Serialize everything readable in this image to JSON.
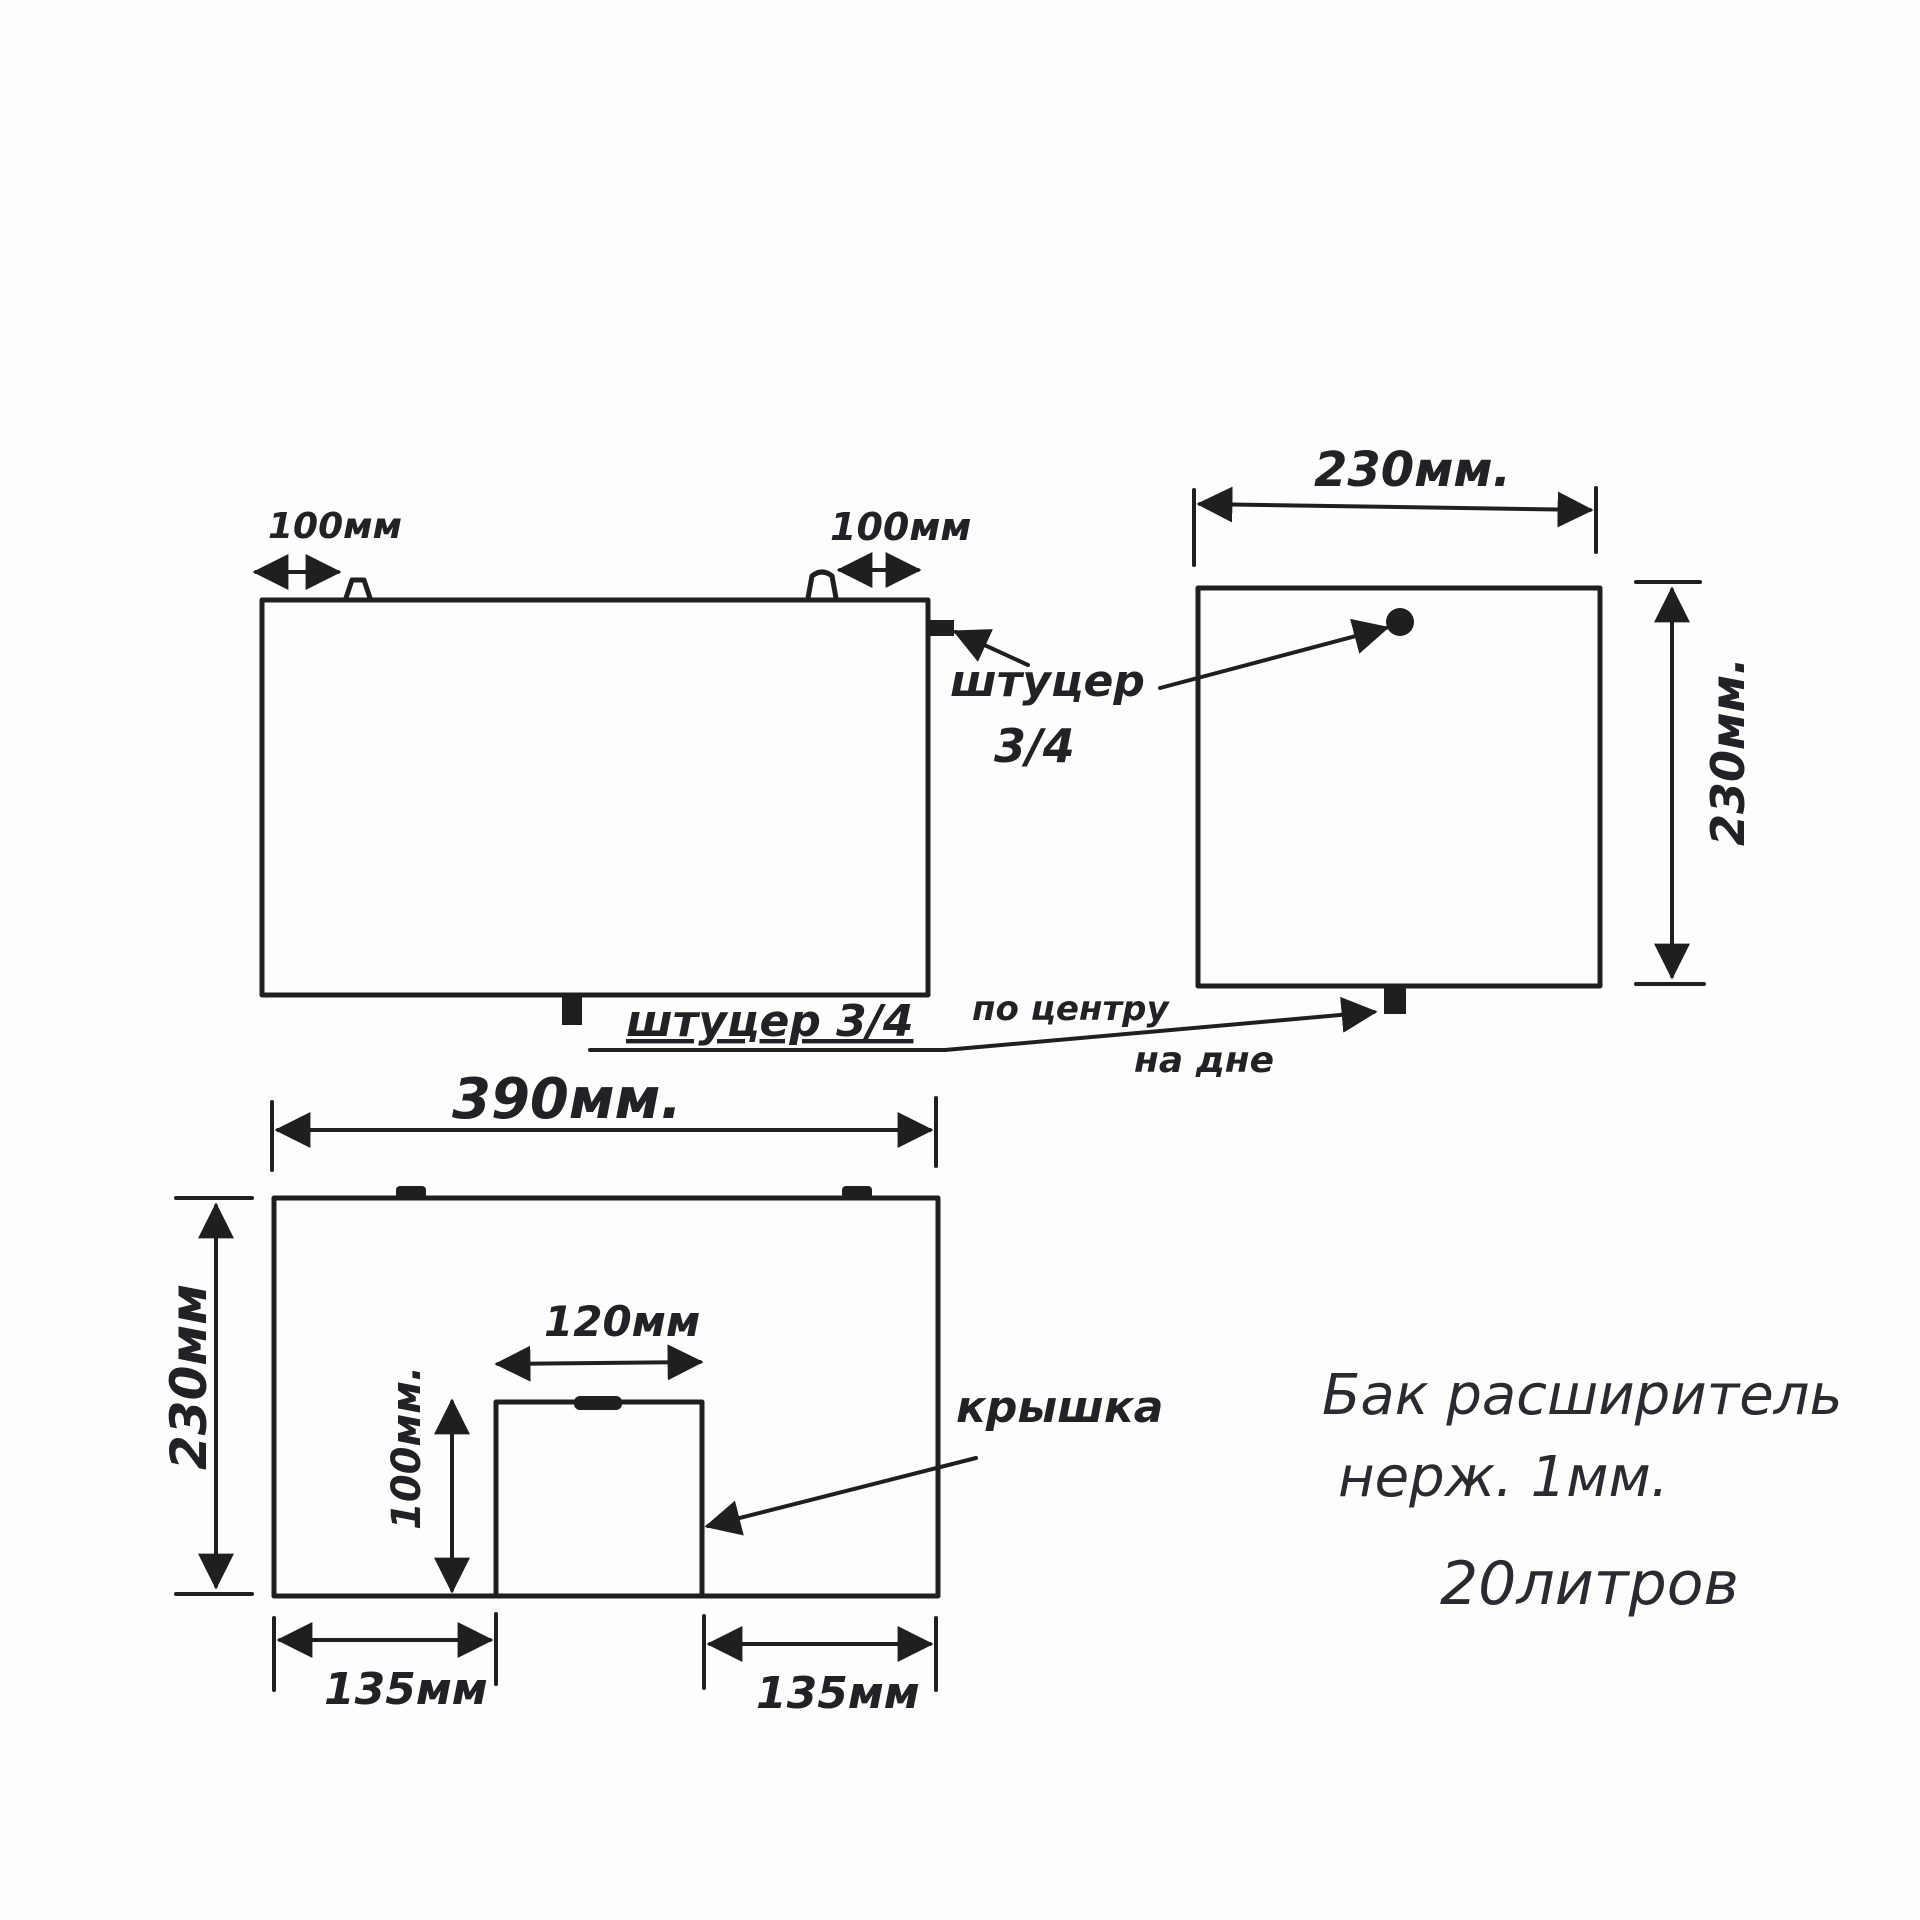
{
  "front_view": {
    "offset_left": "100мм",
    "offset_right": "100мм",
    "fitting_side_label": "штуцер",
    "fitting_side_size": "3/4",
    "fitting_bottom_label": "штуцер 3/4",
    "bottom_note_line1": "по центру",
    "bottom_note_line2": "на дне"
  },
  "side_view": {
    "width": "230мм.",
    "height": "230мм."
  },
  "top_view": {
    "length": "390мм.",
    "depth": "230мм",
    "lid_width": "120мм",
    "lid_height": "100мм.",
    "lid_label": "крышка",
    "margin_left": "135мм",
    "margin_right": "135мм"
  },
  "title_block": {
    "line1": "Бак расширитель",
    "line2": "нерж. 1мм.",
    "line3": "20литров"
  }
}
